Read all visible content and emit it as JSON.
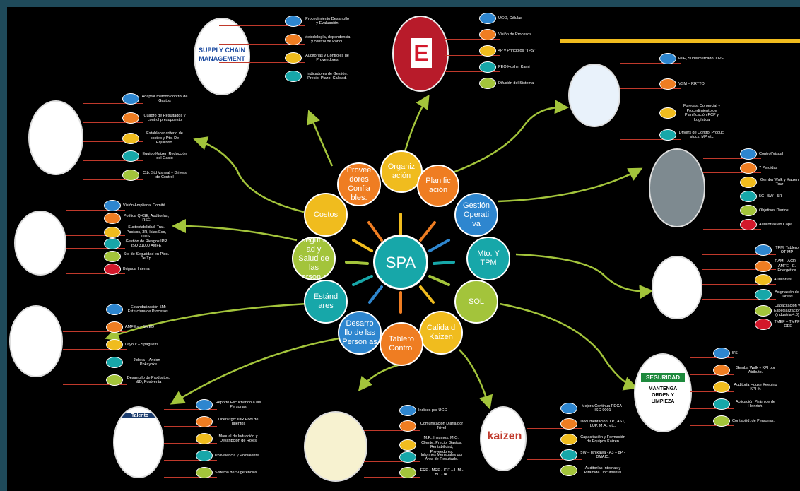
{
  "center": {
    "label": "SPA"
  },
  "nodes": {
    "organizacion": "Organiz ación",
    "planificacion": "Planific ación",
    "gestion": "Gestión Operati va",
    "mto": "Mto. Y TPM",
    "sol": "SOL",
    "calidad": "Calida d Kaizen",
    "tablero": "Tablero Control",
    "desarrollo": "Desarro llo de las Person as",
    "estandares": "Estánd ares",
    "seguridad": "Segurid ad y Salud de las Person as",
    "costos": "Costos",
    "proveedores": "Provee dores Confia bles."
  },
  "clusters": {
    "supply": {
      "title": "SUPPLY CHAIN MANAGEMENT",
      "items": [
        "Procedimiento Desarrollo y Evaluación",
        "Metodología, dependencia y control de Pañol.",
        "Auditorías y Controles de Proveedores",
        "Indicadores de Gestión: Precio, Plazo, Calidad."
      ]
    },
    "org": {
      "badge": "E",
      "items": [
        "UGO, Células",
        "Visión de Procesos",
        "4P y Principios \"TPS\"",
        "PEO Hoshin Kanri",
        "Difusión del Sistema"
      ]
    },
    "plan": {
      "items": [
        "PuE, Supermercado, OPF.",
        "VSM – RRTTO",
        "Forecast Comercial y Procedimiento de Planificación PCP y Logística",
        "Drivers de Control Produc. stock, MP etc"
      ]
    },
    "gestion": {
      "items": [
        "Control Visual",
        "7 Perdidas",
        "Gemba Walk y Kaizen Tour",
        "5G - 5W - 5R",
        "Objetivos Diarios",
        "Auditorías en Capa"
      ]
    },
    "mto": {
      "items": [
        "TPM, Tablero OT-MP",
        "RAM – ACR –AMFE - E. Energética",
        "Auditorías",
        "Asignación de Tareas",
        "Capacitación y Especialización (industria 4.0)",
        "TMEF – TMPF - OEE"
      ]
    },
    "sol": {
      "sign_top": "SEGURIDAD",
      "sign_bottom": "MANTENGA ORDEN Y LIMPIEZA",
      "items": [
        "5'S",
        "Gemba Walk y KPI por Atributo.",
        "Auditoría House Keeping KPI %",
        "Aplicación Pirámide de Heinrich.",
        "Contabilid. de Personas."
      ]
    },
    "calidad": {
      "center_word": "kaizen",
      "items": [
        "Mejora Continua PDCA - ISO 9001",
        "Documentación, I.P., AST, LUP, M.A., etc.",
        "Capacitación y Formación de Equipos Kaizen",
        "5W – Ishikawa - A3 – 8P - DMAIC.",
        "Auditorías Internas y Pirámide Documental"
      ]
    },
    "tablero": {
      "items": [
        "Índices por UGO",
        "Comunicación Diaria por Nivel",
        "M.P., Insumos, M.O., Cliente, Precio, Gastos, Rentabilidad, Proveedores.",
        "Informes Mensuales por Área de Resultado.",
        "ERP - MRP - IOT – LIM - BD - IA."
      ]
    },
    "desarrollo": {
      "header": "Talento",
      "items": [
        "Reporte Escuchando a las Personas",
        "Liderazgo: IDR Pool de Talentos",
        "Manual de Inducción y Descripción de Roles",
        "Polivalencia y Polivalente",
        "Sistema de Sugerencias"
      ]
    },
    "estandares": {
      "items": [
        "Estandarización 5M: Estructura de Procesos.",
        "AMFE's – SMED",
        "Layout – Spaguetti",
        "Jidoka – Andon – Pokayoke",
        "Desarrollo de Productos, I&D, Postventa"
      ]
    },
    "seguridad": {
      "items": [
        "Visión Ampliada, Comité.",
        "Política QHSE, Auditorías, RSE",
        "Sustentabilidad, Trat. Pasivos, 3R, Islas Eco, ODS.",
        "Gestión de Riesgos IPR ISO 31000 AMFE",
        "Std de Seguridad en Ptos. De Tp.",
        "Brigada Interna"
      ]
    },
    "costos": {
      "items": [
        "Adaptar método control de Gastos",
        "Cuadro de Resultados y control presupuesto",
        "Establecer criterio de costeo y Pto. De Equilibrio.",
        "Equipo Kaizen Reducción del Gasto",
        "Ctb. Std Vs real y Drivers de Control"
      ]
    }
  },
  "colors": {
    "orange": "#ef7d22",
    "yellow": "#f0bc1e",
    "blue": "#2e86cf",
    "teal": "#17a7a9",
    "arrow": "#a3c43b"
  }
}
